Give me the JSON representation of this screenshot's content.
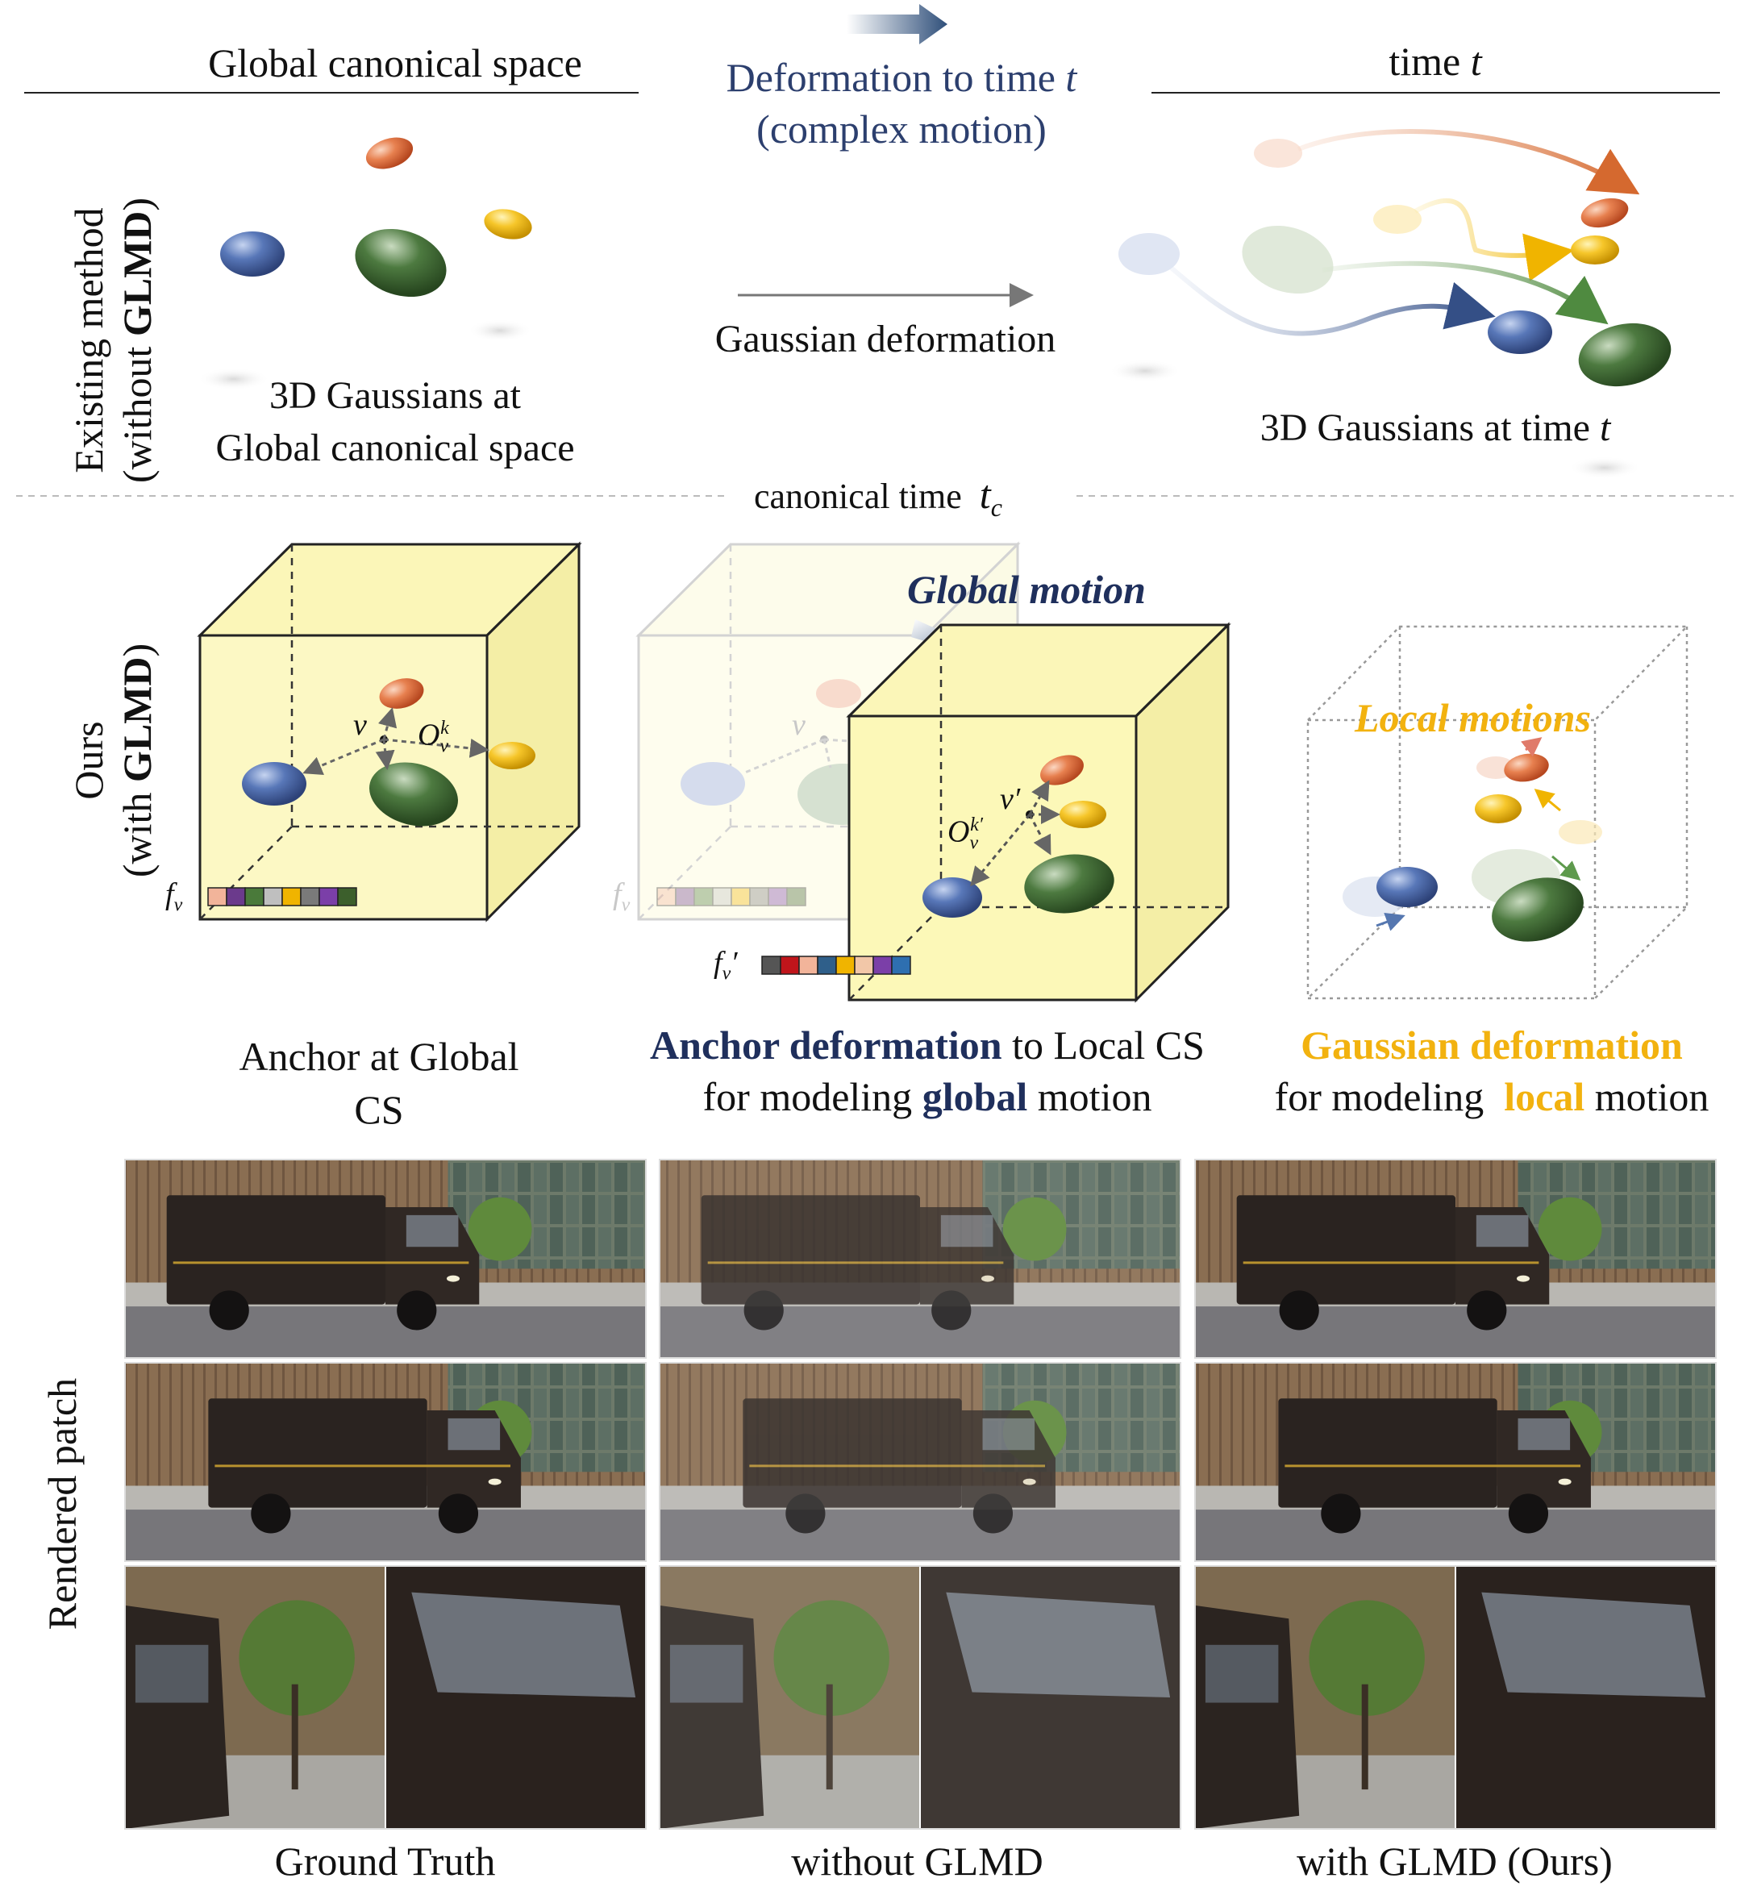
{
  "top": {
    "left_title": "Global canonical space",
    "middle_title_line1": "Deformation to time ",
    "middle_title_var": "t",
    "middle_title_line2": "(complex motion)",
    "right_title": "time ",
    "right_title_var": "t",
    "row_label_line1": "Existing method",
    "row_label_line2": "(without ",
    "row_label_bold": "GLMD",
    "row_label_close": ")",
    "left_caption_line1": "3D Gaussians at",
    "left_caption_line2": "Global canonical space",
    "arrow_label": "Gaussian deformation",
    "right_caption": "3D Gaussians at time ",
    "right_caption_var": "t",
    "canonical_time": "canonical time",
    "canonical_var": "t",
    "canonical_sub": "c"
  },
  "middle": {
    "row_label_line1": "Ours",
    "row_label_line2": "(with ",
    "row_label_bold": "GLMD",
    "row_label_close": ")",
    "global_motion": "Global motion",
    "local_motions": "Local motions",
    "symbols": {
      "v": "v",
      "v_prime": "v′",
      "offset": "O",
      "offset_sup": "k",
      "offset_sub": "v",
      "offset_sup_prime": "k′",
      "feat": "f",
      "feat_sub": "v",
      "feat_prime": "′"
    },
    "caption1_line1": "Anchor at Global",
    "caption1_line2": "CS",
    "caption2_bold": "Anchor deformation",
    "caption2_rest": " to Local CS",
    "caption2_line2_a": "for modeling ",
    "caption2_line2_bold": "global",
    "caption2_line2_b": " motion",
    "caption3_bold": "Gaussian deformation",
    "caption3_line2_a": "for modeling  ",
    "caption3_line2_bold": "local",
    "caption3_line2_b": " motion",
    "feature_colors_global": [
      "#f2b49a",
      "#6b3a8c",
      "#4a7a3a",
      "#bfbfbf",
      "#f0b400",
      "#7a7a7a",
      "#7b3fa8",
      "#3c5f2c"
    ],
    "feature_colors_local": [
      "#555555",
      "#c0151b",
      "#f2b49a",
      "#2f5f8a",
      "#f0b400",
      "#f2c7a8",
      "#7b3fa8",
      "#2e6fb0"
    ]
  },
  "bottom": {
    "row_label": "Rendered patch",
    "columns": [
      "Ground Truth",
      "without GLMD",
      "with GLMD (Ours)"
    ]
  },
  "colors": {
    "navy": "#1f2f5c",
    "gold": "#f2b20f",
    "orange_gaussian": "#e8784a",
    "yellow_gaussian": "#f5c21a",
    "blue_gaussian": "#4a6aa8",
    "green_gaussian": "#4a7a3e",
    "cube_fill": "#fbf6b8"
  }
}
